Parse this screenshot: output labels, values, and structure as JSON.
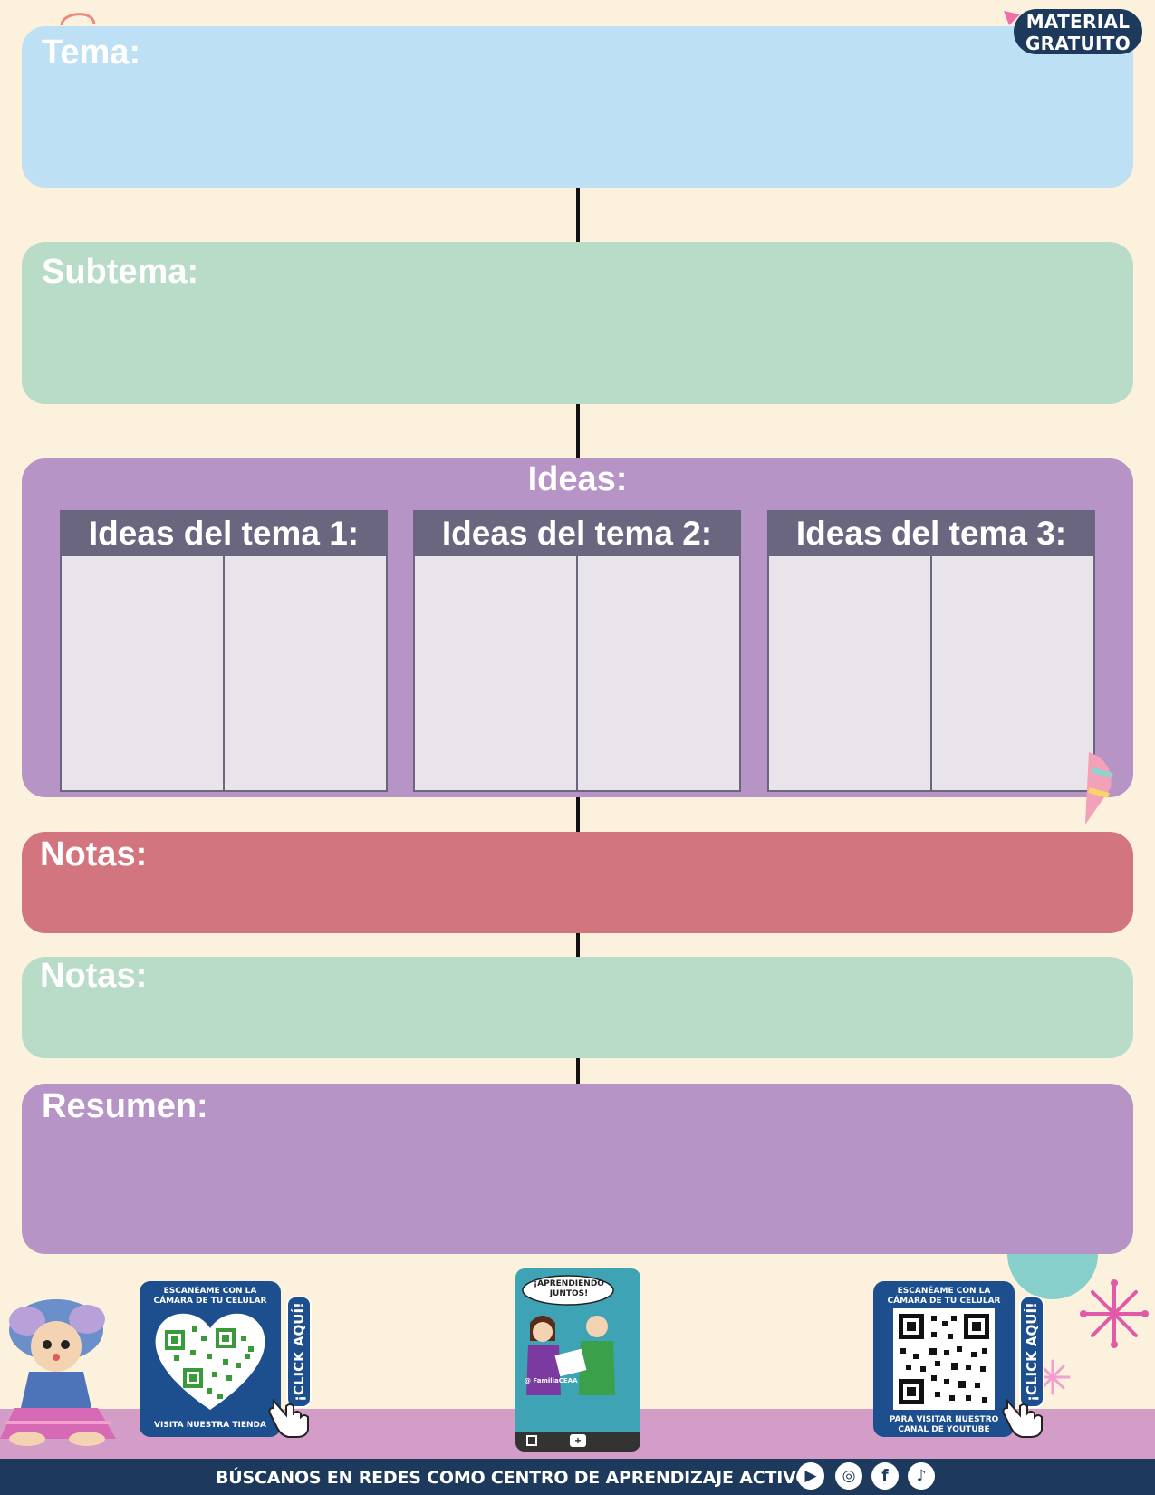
{
  "badge": {
    "line1": "MATERIAL",
    "line2": "GRATUITO"
  },
  "boxes": {
    "tema": "Tema:",
    "subtema": "Subtema:",
    "ideas": "Ideas:",
    "notas1": "Notas:",
    "notas2": "Notas:",
    "resumen": "Resumen:"
  },
  "idea_columns": [
    {
      "label": "Ideas del tema 1:"
    },
    {
      "label": "Ideas del tema 2:"
    },
    {
      "label": "Ideas del tema 3:"
    }
  ],
  "colors": {
    "background": "#fbf1dc",
    "tema": "#bee0f4",
    "subtema": "#b9dcc8",
    "ideas": "#b794c6",
    "notas1": "#d3757e",
    "notas2": "#b9dcc8",
    "resumen": "#b794c6",
    "navy": "#1d3a5c"
  },
  "promo": {
    "store_card": {
      "top": "ESCANÉAME CON LA CÁMARA DE TU CELULAR",
      "bottom": "VISITA NUESTRA TIENDA",
      "click": "¡CLICK AQUÍ!"
    },
    "phone": {
      "bubble": "¡APRENDIENDO JUNTOS!",
      "handle": "@ FamiliaCEAA"
    },
    "youtube_card": {
      "top": "ESCANÉAME CON LA CÁMARA DE TU CELULAR",
      "bottom": "PARA VISITAR NUESTRO CANAL DE YOUTUBE",
      "click": "¡CLICK AQUÍ!"
    }
  },
  "footer": {
    "text": "BÚSCANOS EN REDES COMO CENTRO DE APRENDIZAJE ACTIVO",
    "icons": [
      "youtube-icon",
      "instagram-icon",
      "facebook-icon",
      "tiktok-icon"
    ]
  }
}
